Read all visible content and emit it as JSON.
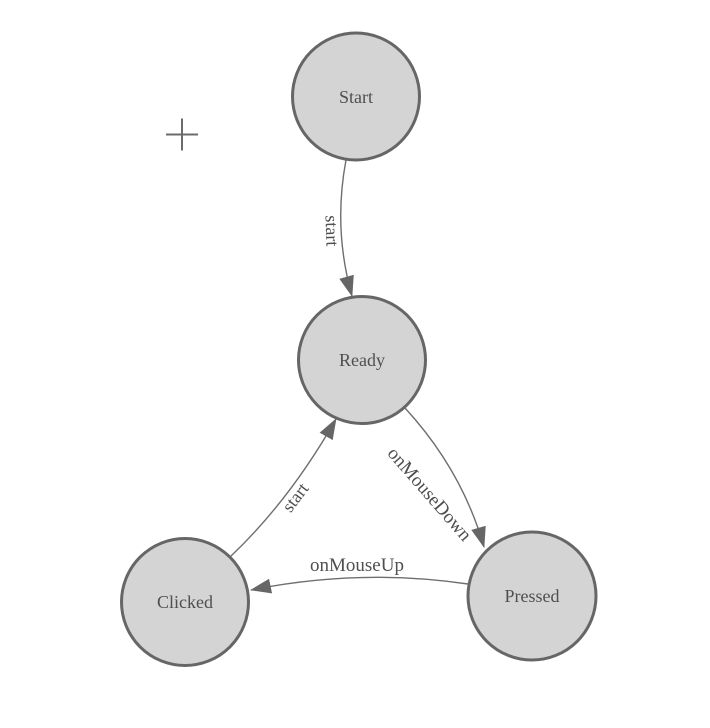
{
  "diagram": {
    "nodes": [
      {
        "id": "start",
        "label": "Start"
      },
      {
        "id": "ready",
        "label": "Ready"
      },
      {
        "id": "clicked",
        "label": "Clicked"
      },
      {
        "id": "pressed",
        "label": "Pressed"
      }
    ],
    "edges": [
      {
        "id": "start-to-ready",
        "label": "start"
      },
      {
        "id": "clicked-to-ready",
        "label": "start"
      },
      {
        "id": "ready-to-pressed",
        "label": "onMouseDown"
      },
      {
        "id": "pressed-to-clicked",
        "label": "onMouseUp"
      }
    ],
    "icons": [
      {
        "name": "plus-icon",
        "glyph": "+"
      }
    ],
    "colors": {
      "node_fill": "#d4d4d4",
      "node_border": "#666666",
      "edge": "#6e6e6e",
      "label": "#4f4f4f"
    }
  }
}
